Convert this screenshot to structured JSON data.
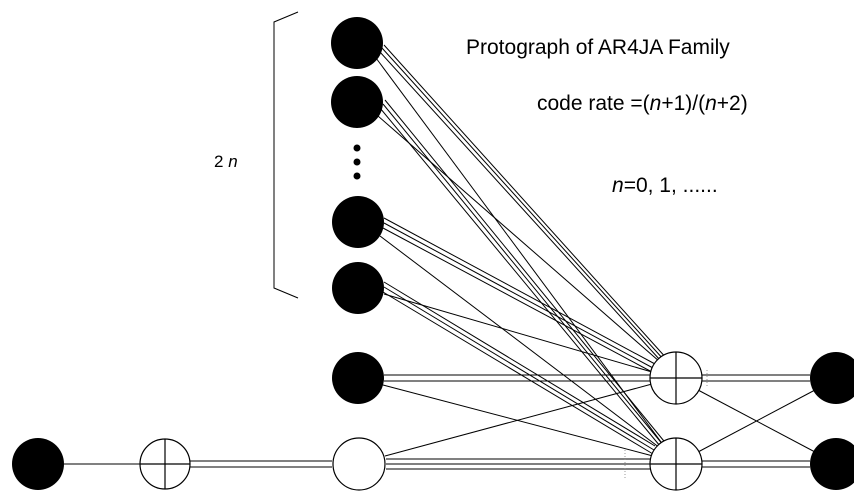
{
  "diagram": {
    "title": "Protograph of AR4JA Family",
    "rate_prefix": "code rate =(",
    "rate_n1": "n",
    "rate_mid": "+1)/(",
    "rate_n2": "n",
    "rate_suffix": "+2)",
    "n_var": "n",
    "n_values": "=0, 1, ......",
    "bracket_count": "2",
    "bracket_var": "n"
  },
  "colors": {
    "variable_node": "#000000",
    "check_node_fill": "#ffffff",
    "edge": "#000000"
  },
  "icons": {
    "ellipsis": "vertical-dots"
  }
}
